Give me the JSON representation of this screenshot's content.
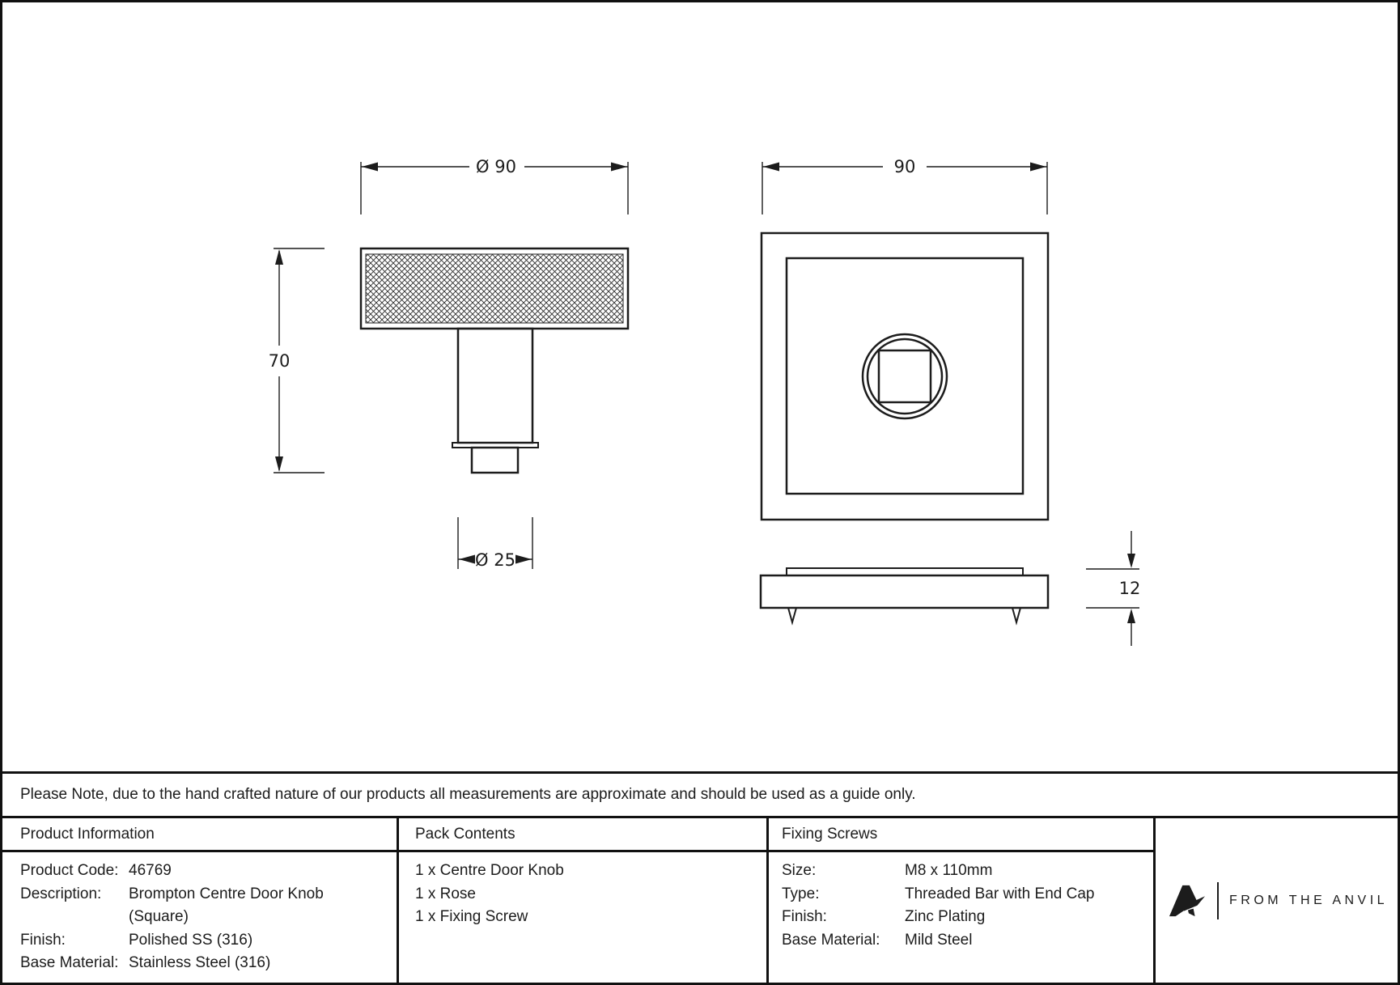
{
  "page": {
    "background": "#ffffff",
    "line_color": "#1c1c1c"
  },
  "drawing": {
    "knob_view": {
      "diameter_label": "Ø 90",
      "height_label": "70",
      "stem_diameter_label": "Ø 25"
    },
    "rose_view": {
      "width_label": "90",
      "thickness_label": "12"
    }
  },
  "note": "Please Note, due to the hand crafted nature of our products all measurements are approximate and should be used as a guide only.",
  "table": {
    "columns": {
      "product_information": {
        "header": "Product Information",
        "rows": [
          {
            "label": "Product Code:",
            "value": "46769"
          },
          {
            "label": "Description:",
            "value": "Brompton Centre Door Knob"
          },
          {
            "label": "",
            "value": "(Square)"
          },
          {
            "label": "Finish:",
            "value": "Polished SS (316)"
          },
          {
            "label": "Base Material:",
            "value": "Stainless Steel (316)"
          }
        ]
      },
      "pack_contents": {
        "header": "Pack Contents",
        "items": [
          "1 x Centre Door Knob",
          "1 x Rose",
          "1 x Fixing Screw"
        ]
      },
      "fixing_screws": {
        "header": "Fixing Screws",
        "rows": [
          {
            "label": "Size:",
            "value": "M8 x 110mm"
          },
          {
            "label": "Type:",
            "value": "Threaded Bar with End Cap"
          },
          {
            "label": "Finish:",
            "value": "Zinc Plating"
          },
          {
            "label": "Base Material:",
            "value": "Mild Steel"
          }
        ]
      }
    }
  },
  "logo": {
    "brand": "FROM THE ANVIL",
    "icon": "anvil-a-icon"
  }
}
